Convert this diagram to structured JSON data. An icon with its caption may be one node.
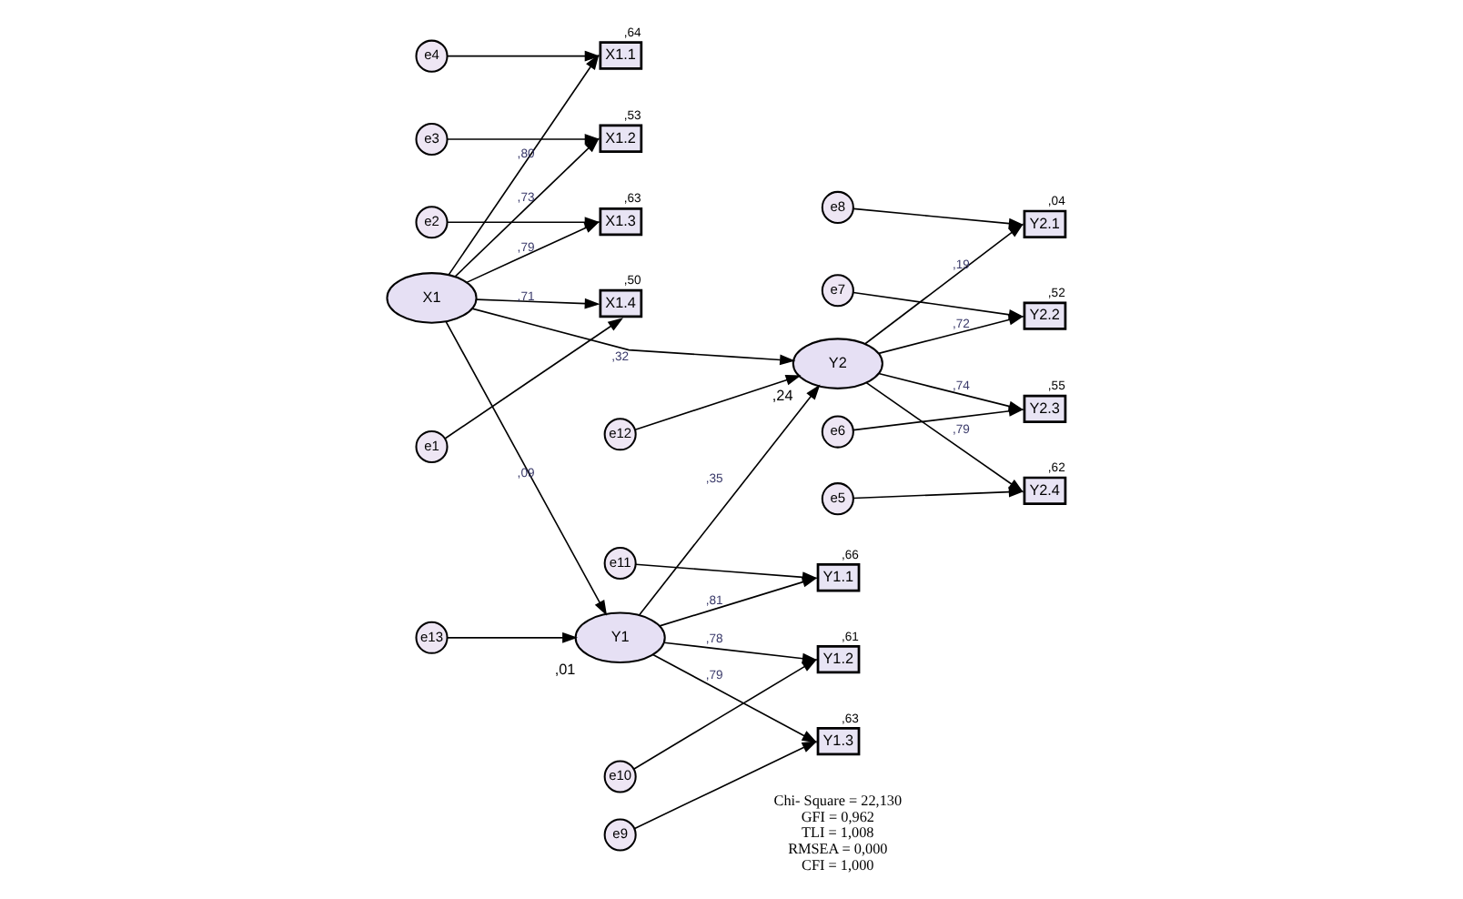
{
  "diagram": {
    "nodes": [
      {
        "text": [
          "e4"
        ]
      },
      {
        "text": [
          "X1.1"
        ],
        "beside": [
          ",64"
        ]
      },
      {
        "text": [
          "e3"
        ]
      },
      {
        "text": [
          "X1.2"
        ],
        "beside": [
          ",53"
        ]
      },
      {
        "text": [
          "e2"
        ]
      },
      {
        "text": [
          "X1.3"
        ],
        "beside": [
          ",63"
        ]
      },
      {
        "text": [
          "e1"
        ]
      },
      {
        "text": [
          "X1.4"
        ],
        "beside": [
          ",50"
        ]
      },
      {
        "text": [
          "X1"
        ]
      },
      {
        "text": [
          "e12"
        ]
      },
      {
        "text": [
          "Y2"
        ],
        "beside": [
          ",24"
        ]
      },
      {
        "text": [
          "Y2.1"
        ],
        "beside": [
          ",04"
        ]
      },
      {
        "text": [
          "e8"
        ]
      },
      {
        "text": [
          "Y2.2"
        ],
        "beside": [
          ",52"
        ]
      },
      {
        "text": [
          "e7"
        ]
      },
      {
        "text": [
          "Y2.3"
        ],
        "beside": [
          ",55"
        ]
      },
      {
        "text": [
          "e6"
        ]
      },
      {
        "text": [
          "Y2.4"
        ],
        "beside": [
          ",62"
        ]
      },
      {
        "text": [
          "e5"
        ]
      },
      {
        "text": [
          "e13"
        ]
      },
      {
        "text": [
          "Y1"
        ],
        "beside": [
          ",01"
        ]
      },
      {
        "text": [
          "Y1.1"
        ],
        "beside": [
          ",66"
        ]
      },
      {
        "text": [
          "Y1.2"
        ],
        "beside": [
          ",61"
        ]
      },
      {
        "text": [
          "Y1.3"
        ],
        "beside": [
          ",63"
        ]
      },
      {
        "text": [
          "e11"
        ]
      },
      {
        "text": [
          "e10"
        ]
      },
      {
        "text": [
          "e9"
        ]
      }
    ],
    "edges": [
      {
        "from": 0,
        "to": 1,
        "arrow": "to"
      },
      {
        "from": 2,
        "to": 3,
        "arrow": "to"
      },
      {
        "from": 4,
        "to": 5,
        "arrow": "to"
      },
      {
        "from": 6,
        "to": 7,
        "arrow": "to"
      },
      {
        "from": 8,
        "to": 1,
        "arrow": "to",
        "label": ",80"
      },
      {
        "from": 8,
        "to": 3,
        "arrow": "to",
        "label": ",73"
      },
      {
        "from": 8,
        "to": 5,
        "arrow": "to",
        "label": ",79"
      },
      {
        "from": 8,
        "to": 7,
        "arrow": "to",
        "label": ",71"
      },
      {
        "from": 8,
        "to": 10,
        "arrow": "to",
        "label": ",32"
      },
      {
        "from": 8,
        "to": 20,
        "arrow": "to",
        "label": ",09"
      },
      {
        "from": 20,
        "to": 10,
        "arrow": "to",
        "label": ",35"
      },
      {
        "from": 9,
        "to": 10,
        "arrow": "to"
      },
      {
        "from": 10,
        "to": 11,
        "arrow": "to",
        "label": ",19"
      },
      {
        "from": 10,
        "to": 13,
        "arrow": "to",
        "label": ",72"
      },
      {
        "from": 10,
        "to": 15,
        "arrow": "to",
        "label": ",74"
      },
      {
        "from": 10,
        "to": 17,
        "arrow": "to",
        "label": ",79"
      },
      {
        "from": 12,
        "to": 11,
        "arrow": "to"
      },
      {
        "from": 14,
        "to": 13,
        "arrow": "to"
      },
      {
        "from": 16,
        "to": 15,
        "arrow": "to"
      },
      {
        "from": 18,
        "to": 17,
        "arrow": "to"
      },
      {
        "from": 19,
        "to": 20,
        "arrow": "to"
      },
      {
        "from": 20,
        "to": 21,
        "arrow": "to",
        "label": ",81"
      },
      {
        "from": 20,
        "to": 22,
        "arrow": "to",
        "label": ",78"
      },
      {
        "from": 20,
        "to": 23,
        "arrow": "to",
        "label": ",79"
      },
      {
        "from": 24,
        "to": 21,
        "arrow": "to"
      },
      {
        "from": 25,
        "to": 22,
        "arrow": "to"
      },
      {
        "from": 26,
        "to": 23,
        "arrow": "to"
      }
    ],
    "labels": [
      "Chi- Square = 22,130",
      "GFI = 0,962",
      "TLI = 1,008",
      "RMSEA = 0,000",
      "CFI = 1,000"
    ]
  }
}
